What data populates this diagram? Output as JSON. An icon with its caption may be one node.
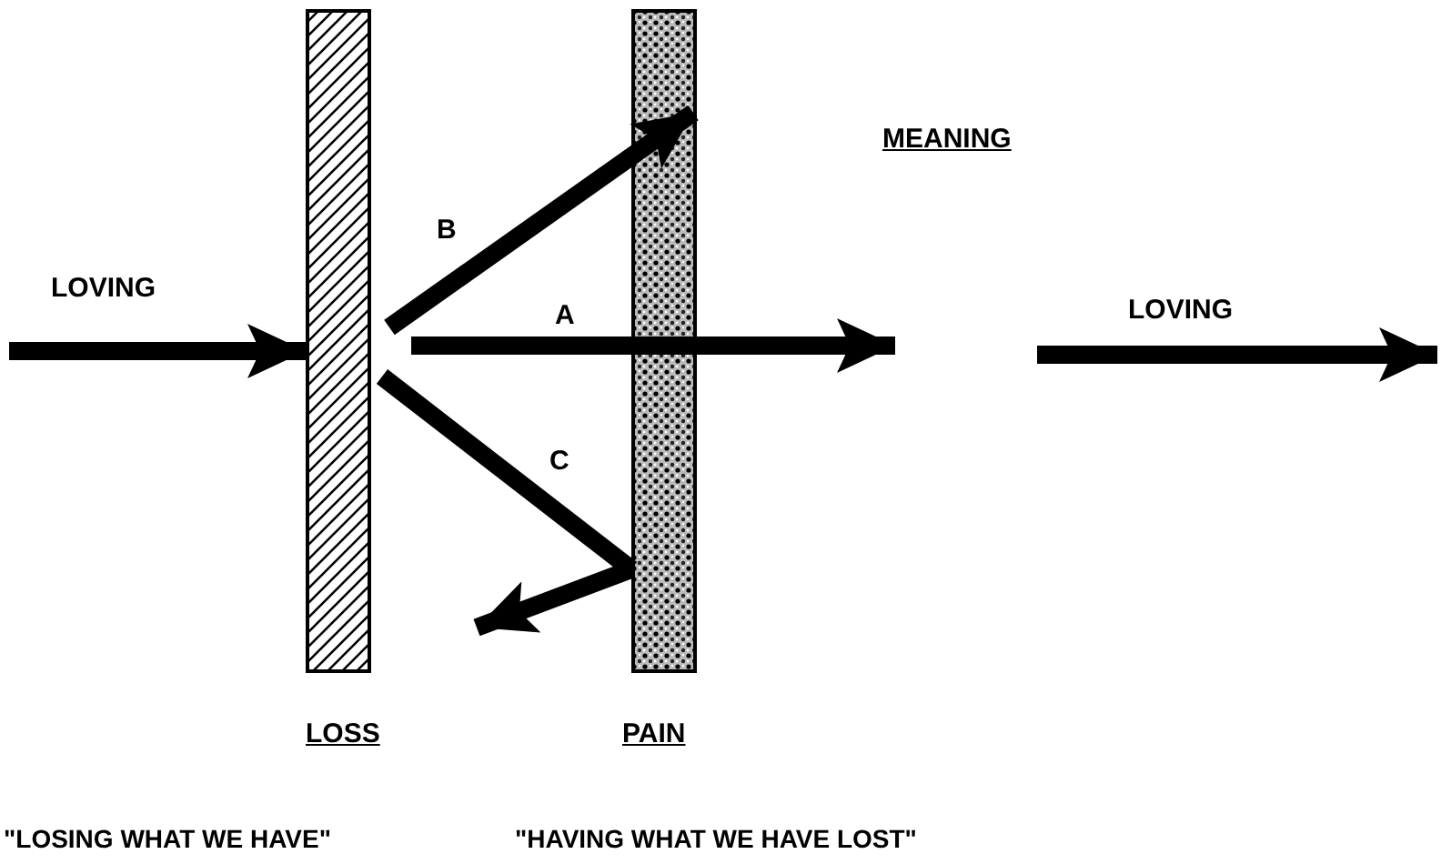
{
  "diagram": {
    "nodes": [
      {
        "text": [
          "LOSS"
        ]
      },
      {
        "text": [
          "PAIN"
        ]
      }
    ],
    "edges": [
      {
        "from": null,
        "to": 0,
        "arrow": "to",
        "label": "LOVING"
      },
      {
        "from": 0,
        "to": null,
        "arrow": "to",
        "label": "A"
      },
      {
        "from": 0,
        "to": 1,
        "arrow": "to",
        "label": "B"
      },
      {
        "from": 0,
        "to": 1,
        "arrow": "none",
        "label": "C"
      },
      {
        "from": 1,
        "to": null,
        "arrow": "to"
      }
    ],
    "labels": [
      "MEANING",
      "LOVING",
      "\"LOSING WHAT WE HAVE\"",
      "\"HAVING WHAT WE HAVE LOST\""
    ]
  }
}
